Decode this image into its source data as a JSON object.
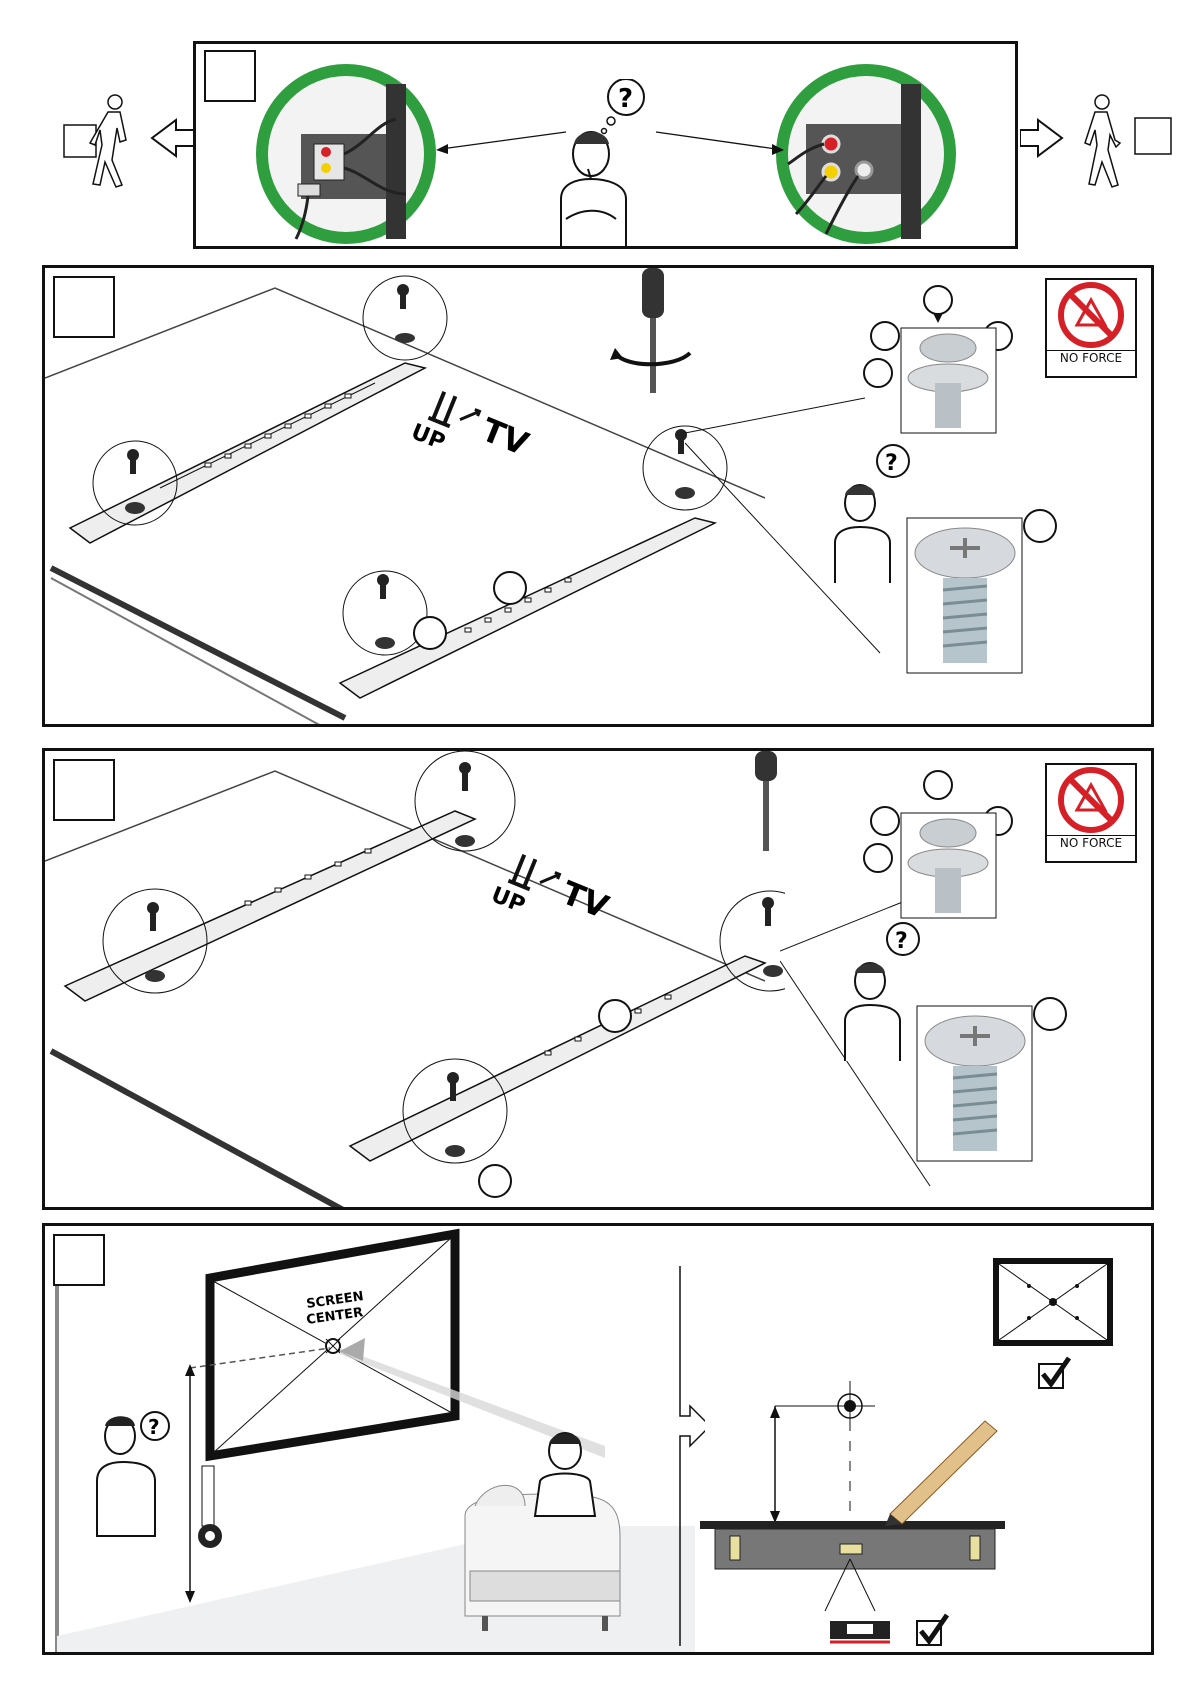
{
  "panel1": {
    "thinker_symbol": "?",
    "icons": [
      "walking-person-icon",
      "arrow-left-icon",
      "arrow-right-icon",
      "av-connector-icon",
      "thinking-person-icon"
    ]
  },
  "panel2": {
    "orientation_up": "UP",
    "orientation_tv": "TV",
    "thinker_symbol": "?",
    "warning_label": "NO FORCE"
  },
  "panel3": {
    "orientation_up": "UP",
    "orientation_tv": "TV",
    "thinker_symbol": "?",
    "warning_label": "NO FORCE"
  },
  "panel4": {
    "screen_label_line1": "SCREEN",
    "screen_label_line2": "CENTER",
    "thinker_symbol": "?",
    "icons": [
      "tape-measure-icon",
      "armchair-icon",
      "pencil-icon",
      "spirit-level-icon",
      "checkmark-icon"
    ]
  },
  "colors": {
    "circle_ring": "#2e9e3e",
    "warning_red": "#d62027",
    "outline": "#111111",
    "screw_metal": "#c9ced3"
  }
}
